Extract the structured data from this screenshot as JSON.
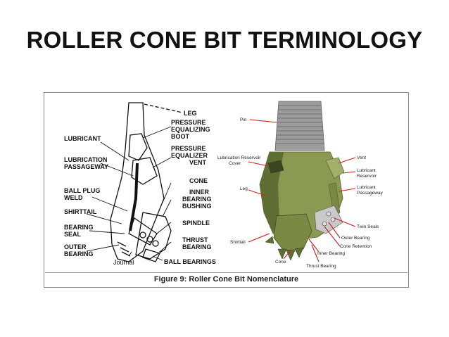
{
  "slide": {
    "title": "ROLLER CONE BIT TERMINOLOGY"
  },
  "figure": {
    "caption": "Figure 9:  Roller Cone Bit Nomenclature",
    "left_diagram": {
      "labels": {
        "leg": "LEG",
        "pressure_equalizing_boot_1": "PRESSURE",
        "pressure_equalizing_boot_2": "EQUALIZING",
        "pressure_equalizing_boot_3": "BOOT",
        "lubricant": "LUBRICANT",
        "pressure_equalizer_vent_1": "PRESSURE",
        "pressure_equalizer_vent_2": "EQUALIZER",
        "pressure_equalizer_vent_3": "VENT",
        "lubrication_passageway_1": "LUBRICATION",
        "lubrication_passageway_2": "PASSAGEWAY",
        "cone": "CONE",
        "ball_plug_weld_1": "BALL PLUG",
        "ball_plug_weld_2": "WELD",
        "inner_bearing_bushing_1": "INNER",
        "inner_bearing_bushing_2": "BEARING",
        "inner_bearing_bushing_3": "BUSHING",
        "shirttail": "SHIRTTAIL",
        "bearing_seal_1": "BEARING",
        "bearing_seal_2": "SEAL",
        "spindle": "SPINDLE",
        "outer_bearing_1": "OUTER",
        "outer_bearing_2": "BEARING",
        "thrust_bearing_1": "THRUST",
        "thrust_bearing_2": "BEARING",
        "journal": "Journal",
        "ball_bearings": "BALL BEARINGS"
      }
    },
    "right_diagram": {
      "labels": {
        "pin": "Pin",
        "lubrication_reservoir_cover_1": "Lubrication Reservoir",
        "lubrication_reservoir_cover_2": "Cover",
        "vent": "Vent",
        "lubricant_reservoir_1": "Lubricant",
        "lubricant_reservoir_2": "Reservoir",
        "leg": "Leg",
        "lubricant_passageway_1": "Lubricant",
        "lubricant_passageway_2": "Passageway",
        "twin_seals": "Twin Seals",
        "outer_bearing": "Outer Bearing",
        "shirttail": "Shirttail",
        "cone_retention": "Cone Retention",
        "inner_bearing": "Inner Bearing",
        "cone": "Cone",
        "thrust_bearing": "Thrust Bearing"
      }
    }
  },
  "colors": {
    "title": "#111111",
    "bit_body": "#8a9a52",
    "bit_shadow": "#5f6e33",
    "pin": "#9c9c9c",
    "arrow": "#cc1f1f",
    "line_art": "#111111"
  }
}
